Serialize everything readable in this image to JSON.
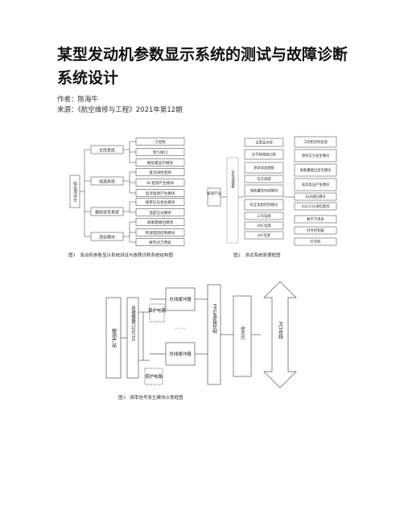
{
  "document": {
    "title": "某型发动机参数显示系统的测试与故障诊断系统设计",
    "author_line": "作者：陈海牛",
    "source_line": "来源：《航空维修与工程》2021年第12期"
  },
  "figure1": {
    "caption": "图1　发动机参数显示系统测试与故障诊断系统结构图",
    "root": "综合测试台",
    "groups": [
      {
        "label": "主控系统",
        "items": [
          "工控机",
          "电气接口",
          "模拟量显示模块"
        ]
      },
      {
        "label": "电源系统",
        "items": [
          "直流线性电源",
          "AC电源产生模块",
          "直流电源产生模块"
        ]
      },
      {
        "label": "模拟信号系统",
        "items": [
          "频率信号发生模块",
          "温度信号模块"
        ]
      },
      {
        "label": "测试模块",
        "items": [
          "离散量输出模块",
          "转速电阻控制模块",
          "数字式万用表"
        ]
      }
    ]
  },
  "figure2": {
    "caption": "图2　测试系统原理框图",
    "left_box": "被测产品",
    "mid_column": "信号调理板",
    "center_blocks": [
      "主要显示部",
      "信号转换接口板",
      "测试成品插板",
      "信号调理",
      "离散量检传感模块",
      "校正电阻控制模块",
      "工作电源",
      "VAC电源",
      "IAC电源"
    ],
    "right_blocks": [
      "工控机控制主板",
      "频率信号发生模块",
      "离散量输出显示模块",
      "直流电压产生模块",
      "429通信模块",
      "422/232通信模块",
      "数字万用表",
      "时序控制器",
      "打印机"
    ]
  },
  "figure3": {
    "caption": "图3　频率信号发生模块示意框图",
    "product": "被测产品",
    "connector": "连接器接口(SCSI)",
    "protect_top": "保护电路",
    "protect_bottom": "保护电路",
    "buffer_top": "总线缓冲器",
    "buffer_bottom": "总线缓冲器",
    "fpga": "FPGA逻辑控制",
    "bridge": "桥芯片",
    "bus": "PCI总线",
    "dots": "⋯ ⋯"
  }
}
